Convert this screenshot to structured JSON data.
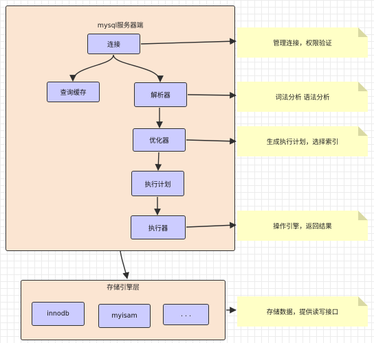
{
  "server": {
    "title": "mysql服务器端",
    "nodes": {
      "connect": "连接",
      "query_cache": "查询缓存",
      "parser": "解析器",
      "optimizer": "优化器",
      "exec_plan": "执行计划",
      "executor": "执行器"
    }
  },
  "storage": {
    "title": "存储引擎层",
    "engines": [
      "innodb",
      "myisam",
      ". . ."
    ]
  },
  "notes": {
    "connect": "管理连接，权限验证",
    "parser": "词法分析 语法分析",
    "optimizer": "生成执行计划，选择索引",
    "executor": "操作引擎，返回结果",
    "storage": "存储数据，提供读写接口"
  },
  "colors": {
    "panel_fill": "#fbe5d2",
    "node_fill": "#ccccff",
    "note_fill": "#ffffc6",
    "stroke": "#2f2f2f"
  }
}
